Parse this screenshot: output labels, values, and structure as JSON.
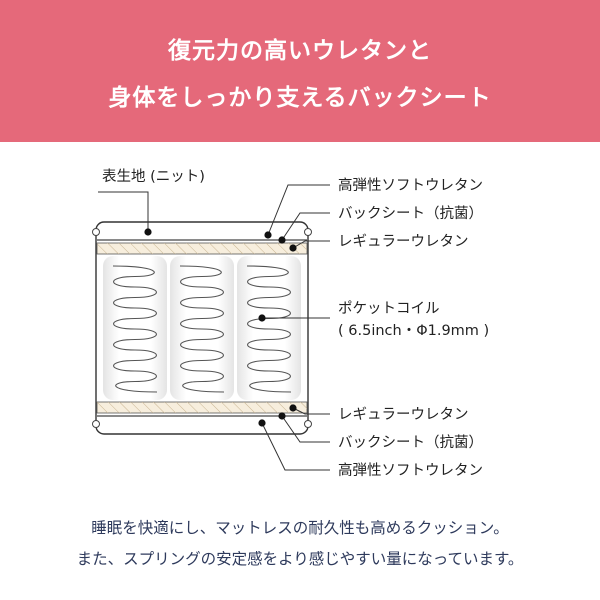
{
  "header": {
    "line1": "復元力の高いウレタンと",
    "line2": "身体をしっかり支えるバックシート",
    "bg_color": "#e5697a"
  },
  "diagram": {
    "top_label": "表生地 (ニット)",
    "labels_upper": [
      "高弾性ソフトウレタン",
      "バックシート（抗菌）",
      "レギュラーウレタン"
    ],
    "label_coil_1": "ポケットコイル",
    "label_coil_2": "( 6.5inch・Φ1.9mm )",
    "labels_lower": [
      "レギュラーウレタン",
      "バックシート（抗菌）",
      "高弾性ソフトウレタン"
    ]
  },
  "caption": {
    "line1": "睡眠を快適にし、マットレスの耐久性も高めるクッション。",
    "line2": "また、スプリングの安定感をより感じやすい量になっています。",
    "color": "#2e3a5c"
  }
}
